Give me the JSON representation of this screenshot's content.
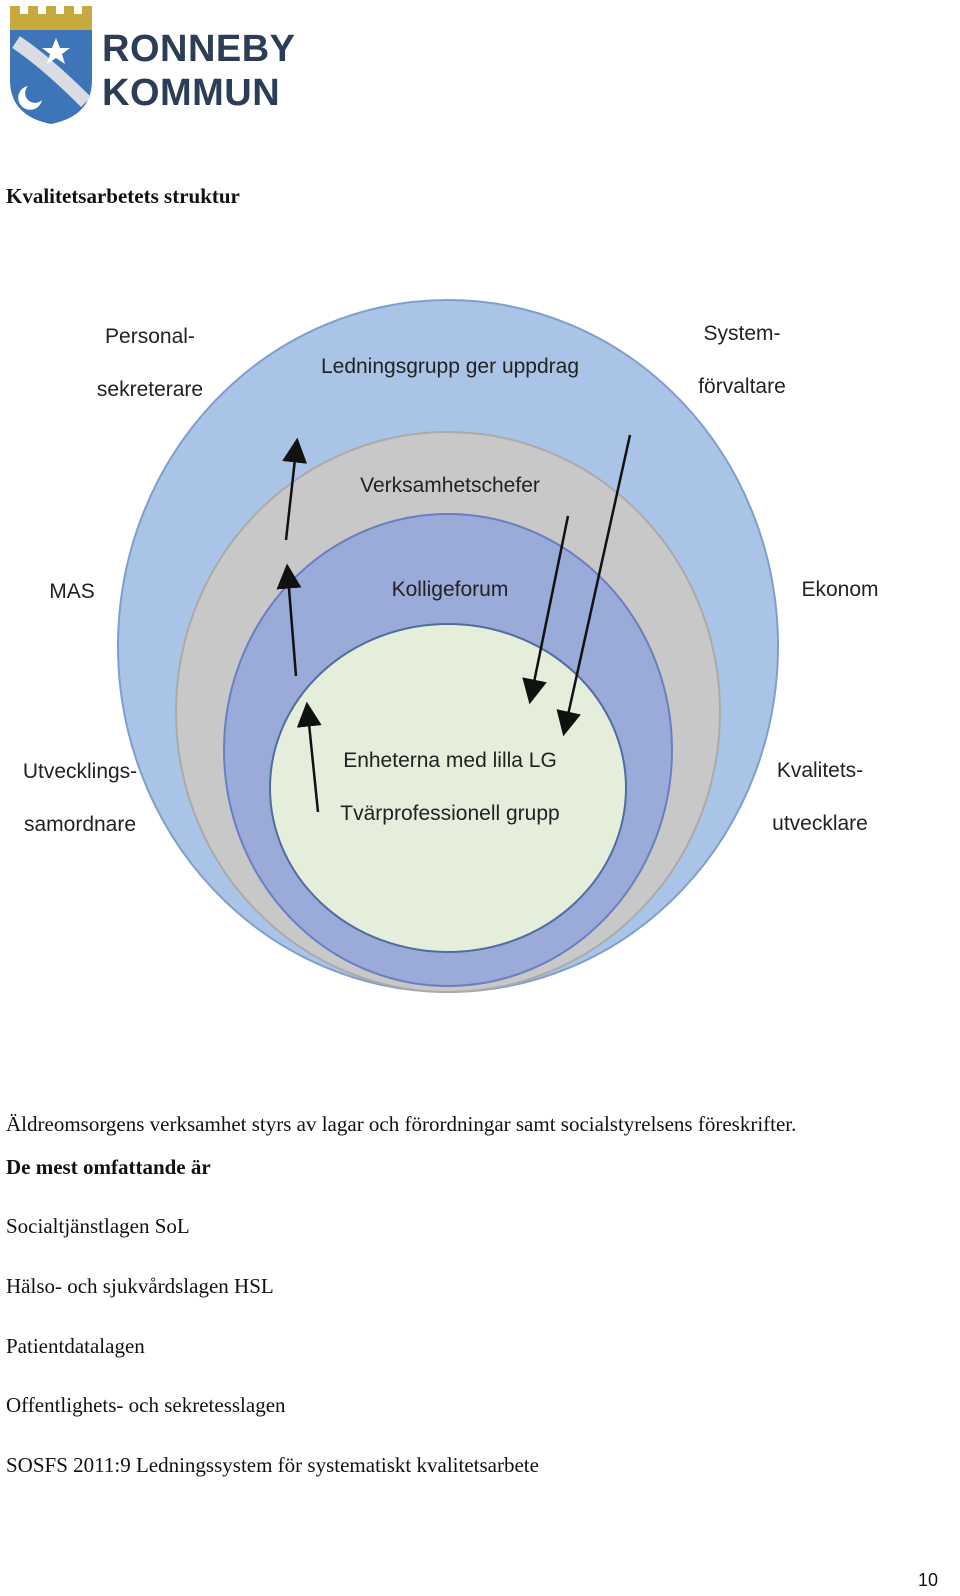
{
  "logo": {
    "line1": "RONNEBY",
    "line2": "KOMMUN"
  },
  "heading": "Kvalitetsarbetets struktur",
  "diagram": {
    "circle_labels": {
      "outer": "Ledningsgrupp ger uppdrag",
      "second": "Verksamhetschefer",
      "third": "Kolligeforum",
      "inner_line1": "Enheterna med lilla LG",
      "inner_line2": "Tvärprofessionell grupp"
    },
    "side_labels": {
      "personal_1": "Personal-",
      "personal_2": "sekreterare",
      "system_1": "System-",
      "system_2": "förvaltare",
      "mas": "MAS",
      "ekonom": "Ekonom",
      "utveckling_1": "Utvecklings-",
      "utveckling_2": "samordnare",
      "kvalitet_1": "Kvalitets-",
      "kvalitet_2": "utvecklare"
    },
    "colors": {
      "outer": "#a9c4e6",
      "second": "#c8c8c8",
      "third": "#9aaad9",
      "inner": "#e4eedb"
    }
  },
  "paragraph": {
    "line1": "Äldreomsorgens verksamhet styrs av lagar och förordningar samt socialstyrelsens föreskrifter.",
    "line2": "De mest omfattande är"
  },
  "laws": [
    "Socialtjänstlagen SoL",
    "Hälso- och sjukvårdslagen HSL",
    "Patientdatalagen",
    "Offentlighets- och sekretesslagen",
    "SOSFS 2011:9 Ledningssystem för systematiskt kvalitetsarbete"
  ],
  "page_number": "10"
}
